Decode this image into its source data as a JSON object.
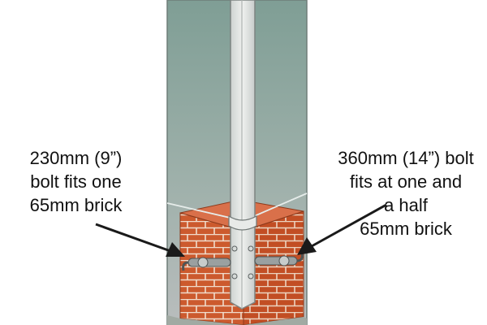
{
  "callouts": {
    "left": {
      "lines": [
        "230mm (9”)",
        "bolt fits one",
        "65mm brick"
      ]
    },
    "right": {
      "lines": [
        "360mm (14”) bolt",
        "fits at one and",
        "a half",
        "65mm brick"
      ]
    }
  },
  "colors": {
    "background": "#ffffff",
    "wall_top": "#8fa79f",
    "wall_bottom": "#b3b8b8",
    "brick": "#cc5a2e",
    "brick_dark": "#a8421e",
    "mortar": "#e9d3c2",
    "post": "#e1e3e1",
    "ground": "#a1aaa3",
    "bolt": "#9aa0a0",
    "arrow": "#1a1a1a"
  },
  "icons": {
    "left_arrow": "arrow-right-icon",
    "right_arrow": "arrow-left-icon",
    "bolts": "bolt-icon"
  }
}
